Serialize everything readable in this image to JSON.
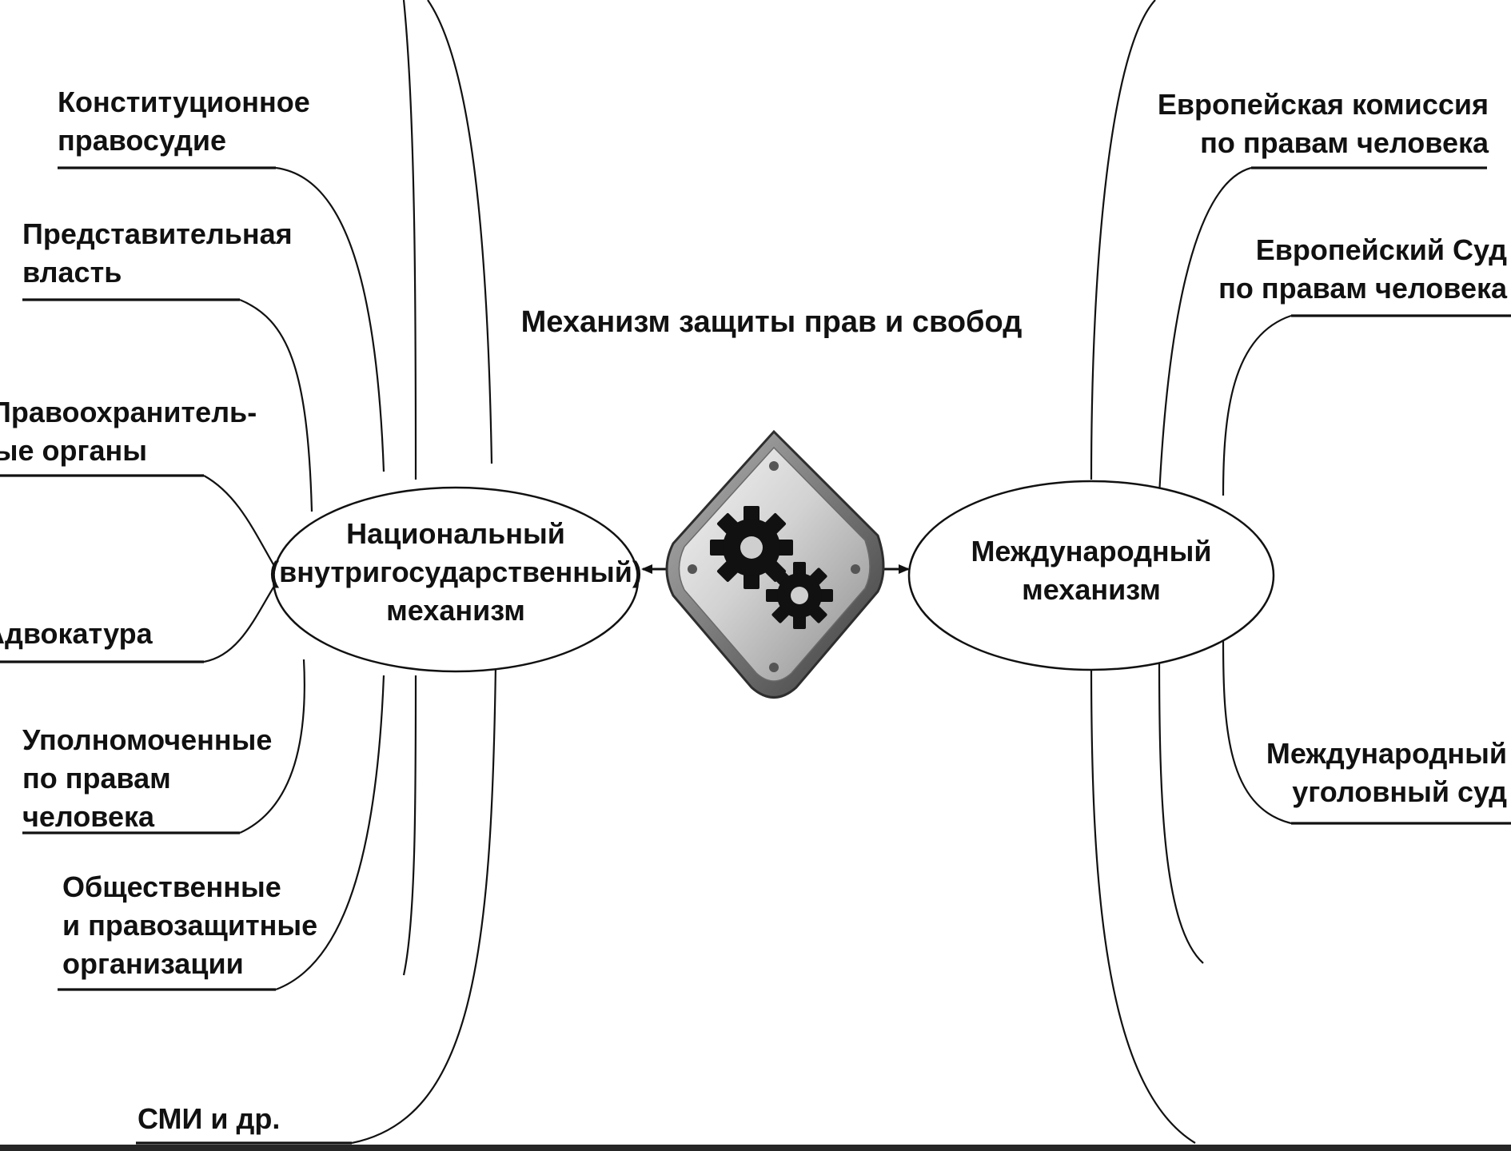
{
  "title": "Механизм защиты прав и свобод",
  "national": {
    "label_lines": [
      "Национальный",
      "(внутригосударственный)",
      "механизм"
    ],
    "branches": [
      {
        "lines": [
          "Конституционное",
          "правосудие"
        ]
      },
      {
        "lines": [
          "Представительная",
          "власть"
        ]
      },
      {
        "lines": [
          "Правоохранитель-",
          "ные органы"
        ]
      },
      {
        "lines": [
          "Адвокатура"
        ]
      },
      {
        "lines": [
          "Уполномоченные",
          "по правам",
          "человека"
        ]
      },
      {
        "lines": [
          "Общественные",
          "и правозащитные",
          "организации"
        ]
      },
      {
        "lines": [
          "СМИ и др."
        ]
      }
    ]
  },
  "international": {
    "label_lines": [
      "Международный",
      "механизм"
    ],
    "branches": [
      {
        "lines": [
          "Европейская комиссия",
          "по правам человека"
        ]
      },
      {
        "lines": [
          "Европейский Суд",
          "по правам человека"
        ]
      },
      {
        "lines": [
          "Международный",
          "уголовный суд"
        ]
      }
    ]
  },
  "center_icon": "gears-icon",
  "colors": {
    "line": "#111111",
    "bottom_bar": "#262626",
    "diamond_border": "#3a3a3a",
    "diamond_fill": "#c9c9c9",
    "gear": "#111111"
  }
}
